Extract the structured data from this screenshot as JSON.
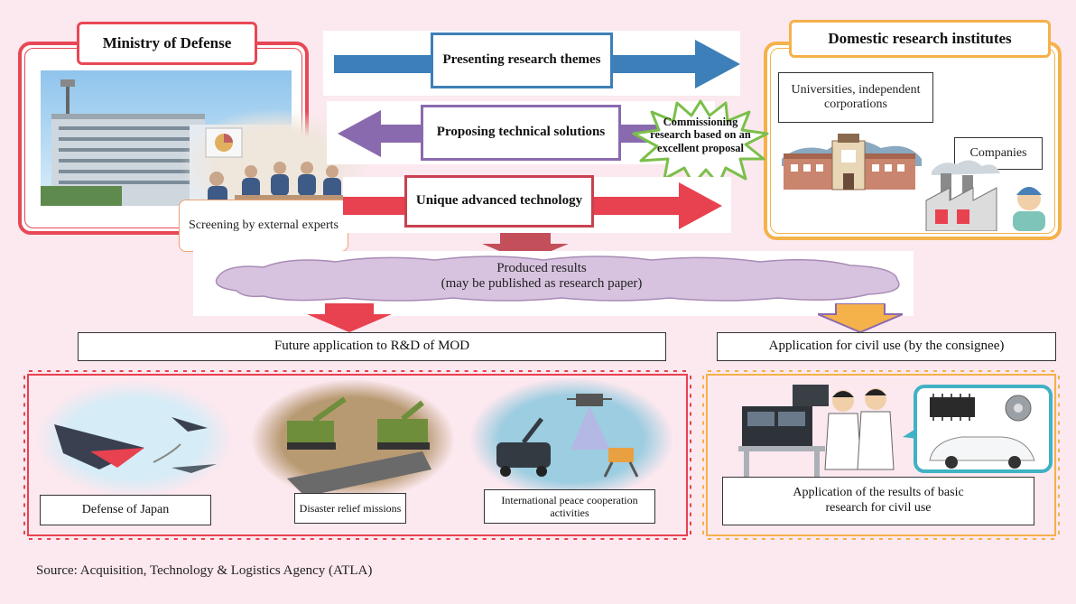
{
  "ministry": {
    "title": "Ministry of Defense"
  },
  "institutes": {
    "title": "Domestic research institutes",
    "universities": "Universities, independent corporations",
    "companies": "Companies"
  },
  "flows": {
    "presenting": "Presenting research themes",
    "proposing": "Proposing technical solutions",
    "unique": "Unique advanced technology",
    "commissioning": "Commissioning research based on an excellent proposal",
    "screening": "Screening by external experts"
  },
  "results": {
    "line1": "Produced results",
    "line2": "(may be published as research paper)"
  },
  "future": {
    "title": "Future application to R&D of MOD",
    "items": [
      "Defense of Japan",
      "Disaster relief missions",
      "International peace cooperation activities"
    ]
  },
  "civil": {
    "title": "Application for civil use (by the consignee)",
    "caption": "Application of the results of basic research for civil use"
  },
  "source": "Source: Acquisition, Technology & Logistics Agency (ATLA)",
  "colors": {
    "background": "#fce8ef",
    "ministry_red": "#e84855",
    "institute_orange": "#f5b14a",
    "arrow_blue": "#3d7fb8",
    "arrow_purple": "#8a6aaf",
    "arrow_red": "#e8414f",
    "cloud": "#d7c3df"
  }
}
